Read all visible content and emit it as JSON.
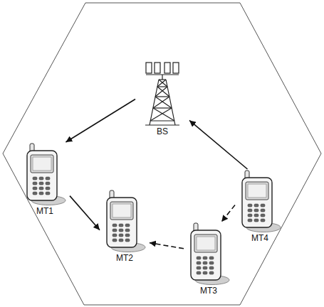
{
  "diagram": {
    "nodes": [
      {
        "text": [
          "BS"
        ]
      },
      {
        "text": [
          "MT1"
        ]
      },
      {
        "text": [
          "MT2"
        ]
      },
      {
        "text": [
          "MT3"
        ]
      },
      {
        "text": [
          "MT4"
        ]
      }
    ],
    "edges": [
      {
        "from": 0,
        "to": 1,
        "arrow": "to"
      },
      {
        "from": 4,
        "to": 0,
        "arrow": "to"
      },
      {
        "from": 1,
        "to": 2,
        "arrow": "to"
      },
      {
        "from": 3,
        "to": 2,
        "arrow": "to"
      },
      {
        "from": 4,
        "to": 3,
        "arrow": "to"
      }
    ]
  }
}
